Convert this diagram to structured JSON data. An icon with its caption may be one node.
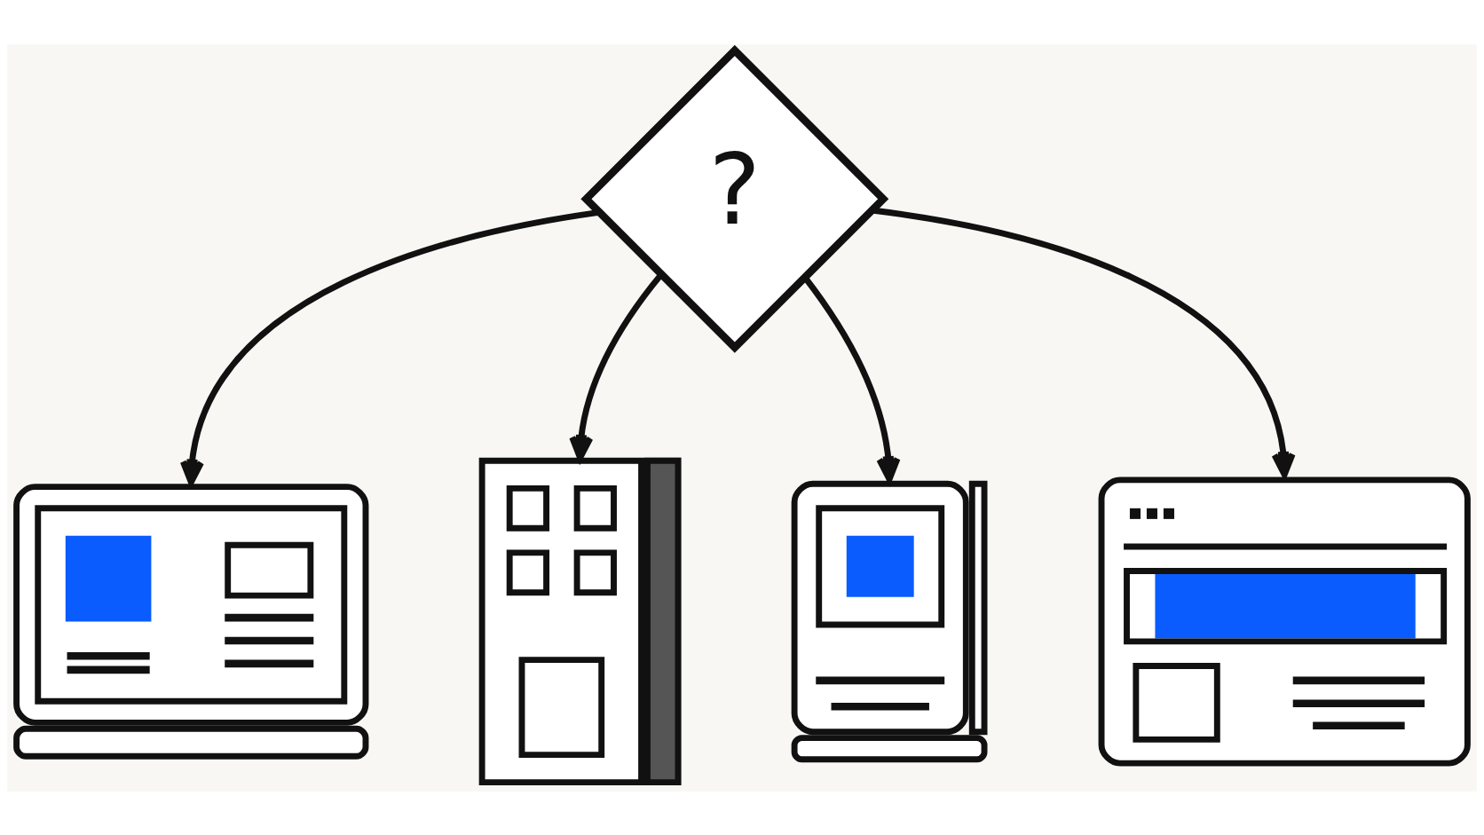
{
  "diagram": {
    "nodes": [
      {
        "text": [
          "?"
        ]
      },
      {
        "text": [],
        "shape": "picture"
      },
      {
        "text": [],
        "shape": "picture"
      },
      {
        "text": [],
        "shape": "picture"
      },
      {
        "text": [],
        "shape": "picture"
      }
    ],
    "edges": [
      {
        "from": 0,
        "to": 1,
        "arrow": "to"
      },
      {
        "from": 0,
        "to": 2,
        "arrow": "to"
      },
      {
        "from": 0,
        "to": 3,
        "arrow": "to"
      },
      {
        "from": 0,
        "to": 4,
        "arrow": "to"
      }
    ]
  }
}
